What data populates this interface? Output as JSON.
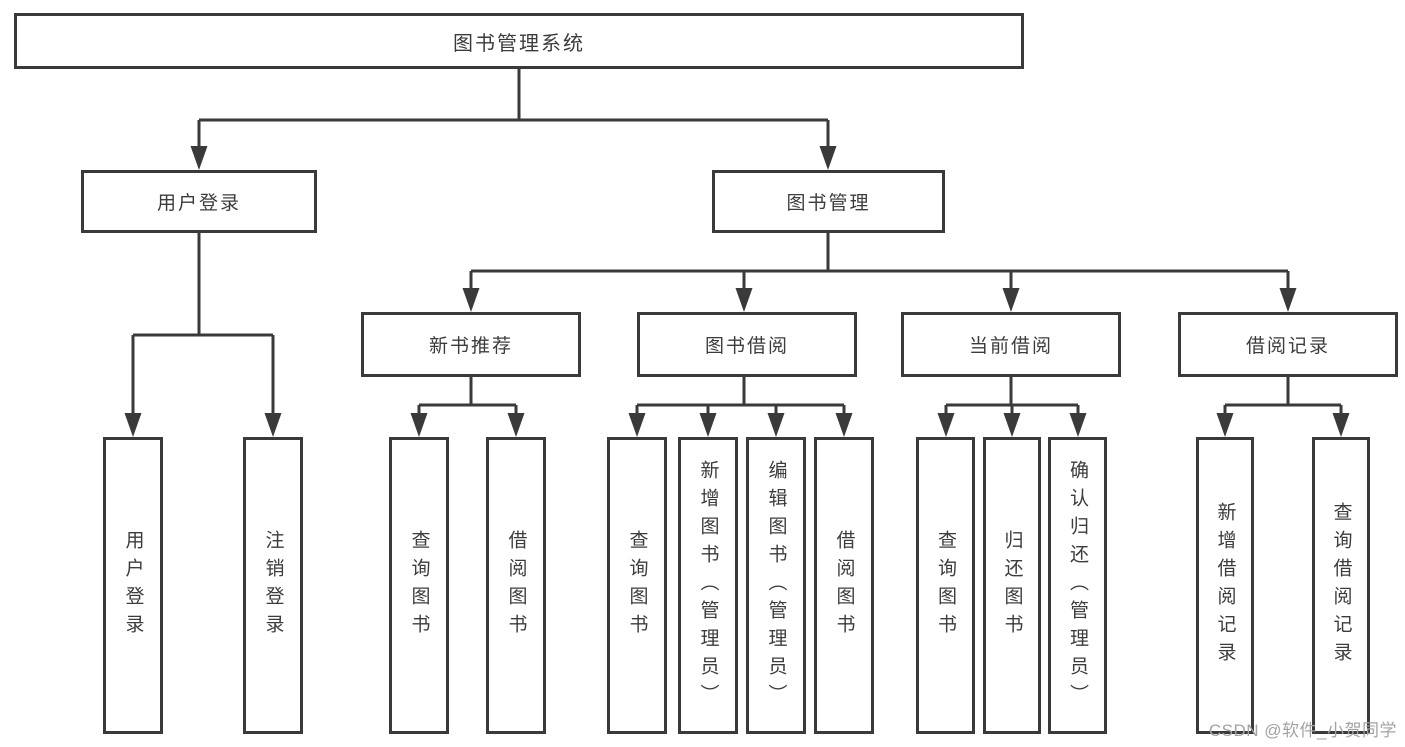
{
  "diagram": {
    "title": "图书管理系统",
    "branches": [
      {
        "label": "用户登录",
        "children": [
          "用户登录",
          "注销登录"
        ]
      },
      {
        "label": "图书管理",
        "sections": [
          {
            "label": "新书推荐",
            "children": [
              "查询图书",
              "借阅图书"
            ]
          },
          {
            "label": "图书借阅",
            "children": [
              "查询图书",
              "新增图书（管理员）",
              "编辑图书（管理员）",
              "借阅图书"
            ]
          },
          {
            "label": "当前借阅",
            "children": [
              "查询图书",
              "归还图书",
              "确认归还（管理员）"
            ]
          },
          {
            "label": "借阅记录",
            "children": [
              "新增借阅记录",
              "查询借阅记录"
            ]
          }
        ]
      }
    ]
  },
  "colors": {
    "line": "#3a3a3a",
    "text": "#3c3c3c",
    "watermark": "#a3a3a3"
  },
  "watermark": {
    "text": "CSDN @软件_小贺同学"
  }
}
